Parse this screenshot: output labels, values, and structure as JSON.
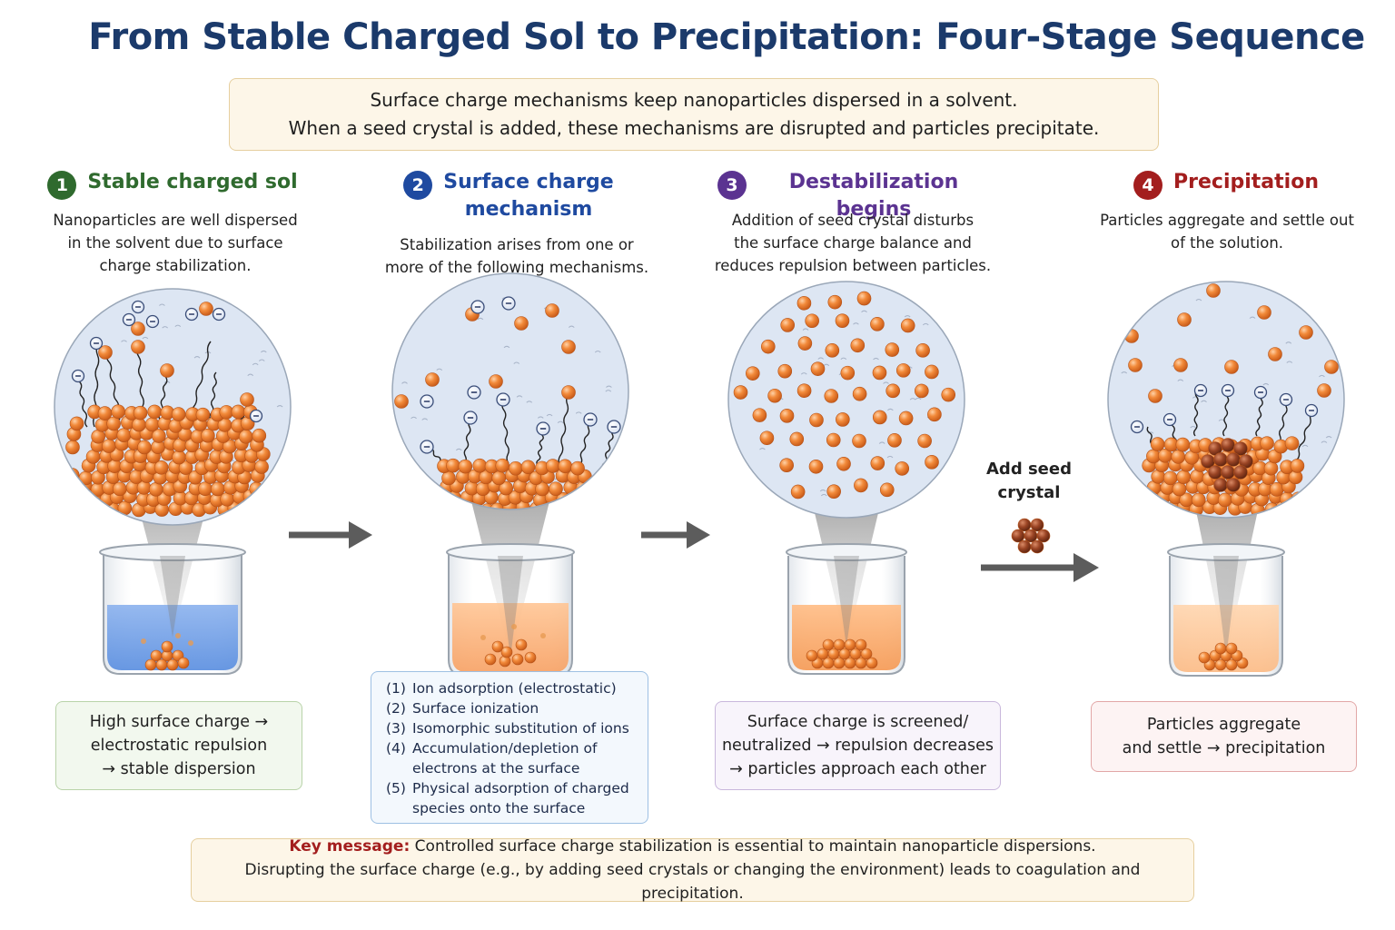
{
  "title": "From Stable Charged Sol to Precipitation: Four-Stage Sequence",
  "intro": {
    "line1": "Surface charge mechanisms keep nanoparticles dispersed in a solvent.",
    "line2": "When a seed crystal is added, these mechanisms are disrupted and particles precipitate."
  },
  "colors": {
    "title": "#1b3a6b",
    "stage1": "#2f6a2e",
    "stage2": "#1f4aa0",
    "stage3": "#5b3391",
    "stage4": "#a31e1e",
    "particle": "#ef8a3c",
    "seed": "#9a4a2a"
  },
  "stages": [
    {
      "number": "1",
      "title": "Stable charged sol",
      "desc1": "Nanoparticles are well dispersed",
      "desc2": "in the solvent due to surface",
      "desc3": "charge stabilization."
    },
    {
      "number": "2",
      "title1": "Surface charge",
      "title2": "mechanism",
      "desc1": "Stabilization arises from one or",
      "desc2": "more of the following mechanisms."
    },
    {
      "number": "3",
      "title": "Destabilization begins",
      "desc1": "Addition of seed crystal disturbs",
      "desc2": "the surface charge balance and",
      "desc3": "reduces repulsion between particles."
    },
    {
      "number": "4",
      "title": "Precipitation",
      "desc1": "Particles aggregate and settle out",
      "desc2": "of the solution."
    }
  ],
  "boxes": {
    "stage1": [
      "High surface charge →",
      "electrostatic repulsion",
      "→ stable dispersion"
    ],
    "stage3": [
      "Surface charge is screened/",
      "neutralized → repulsion decreases",
      "→ particles approach each other"
    ],
    "stage4": [
      "Particles aggregate",
      "and settle → precipitation"
    ]
  },
  "mechanisms": [
    {
      "n": "(1)",
      "text": "Ion adsorption (electrostatic)"
    },
    {
      "n": "(2)",
      "text": "Surface ionization"
    },
    {
      "n": "(3)",
      "text": "Isomorphic substitution of ions"
    },
    {
      "n": "(4)",
      "text": "Accumulation/depletion of"
    },
    {
      "n": "",
      "text": "electrons at the surface"
    },
    {
      "n": "(5)",
      "text": "Physical adsorption of charged"
    },
    {
      "n": "",
      "text": "species onto the surface"
    }
  ],
  "seed_label": {
    "line1": "Add seed",
    "line2": "crystal"
  },
  "key_message": {
    "label": "Key message:",
    "line1": "Controlled surface charge stabilization is essential to maintain nanoparticle dispersions.",
    "line2": "Disrupting the surface charge (e.g., by adding seed crystals or changing the environment) leads to coagulation and precipitation."
  },
  "icons": {
    "charge": "negative-charge-icon",
    "arrow": "arrow-right-icon",
    "seed": "seed-crystal-icon",
    "beaker": "beaker-icon"
  }
}
